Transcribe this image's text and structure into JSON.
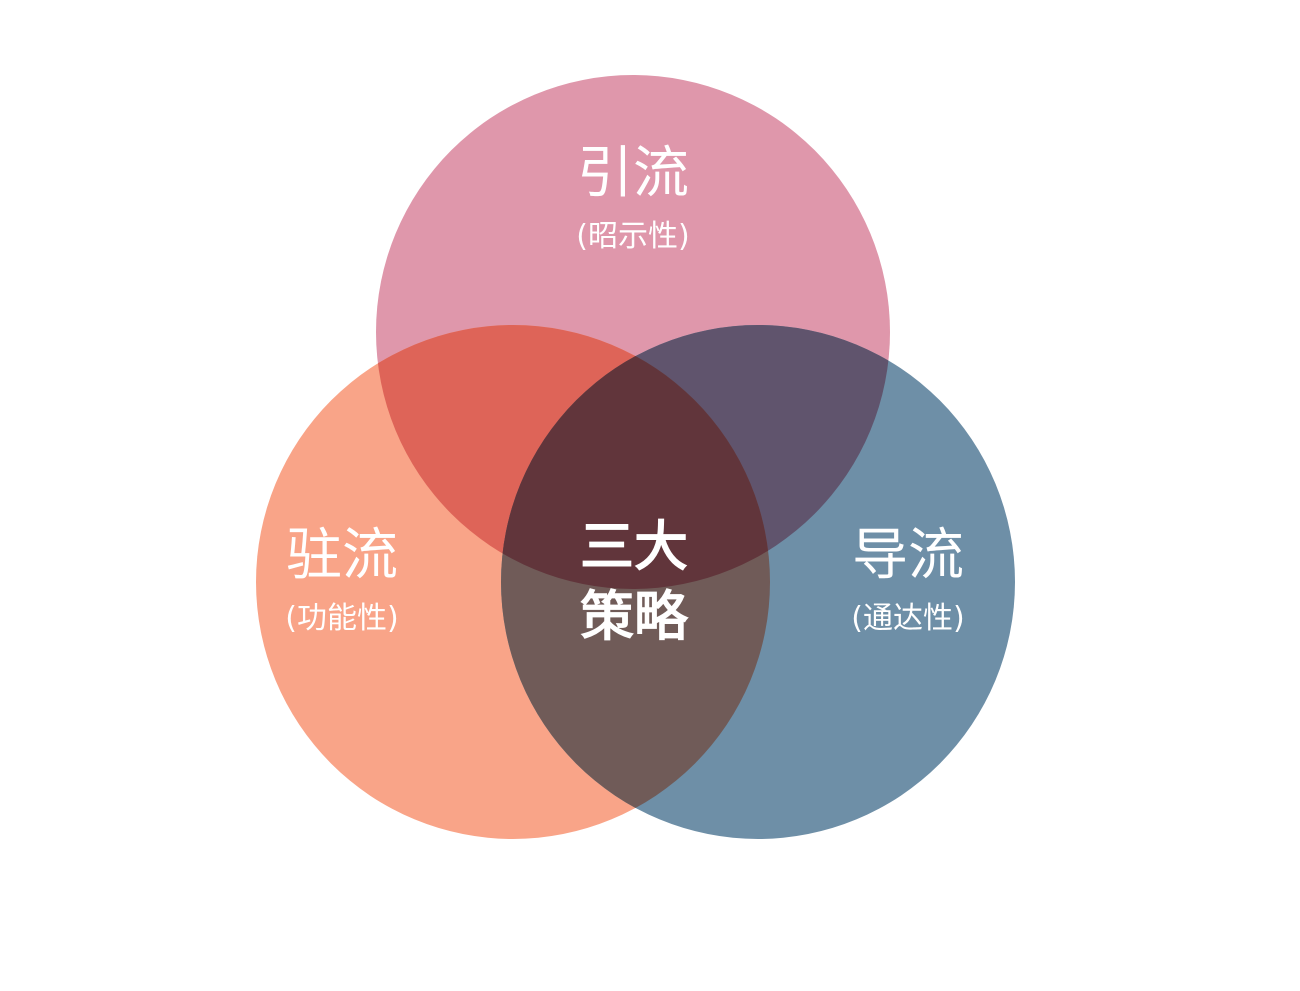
{
  "diagram": {
    "circles": [
      {
        "id": "top",
        "title": "引流",
        "subtitle": "(昭示性)",
        "color": "#df97ab"
      },
      {
        "id": "left",
        "title": "驻流",
        "subtitle": "(功能性)",
        "color": "#f9a488"
      },
      {
        "id": "right",
        "title": "导流",
        "subtitle": "(通达性)",
        "color": "#6e8fa7"
      }
    ],
    "overlaps": {
      "top_left_color": "#de6458",
      "top_right_color": "#60546d",
      "left_right_color": "#705b58",
      "center_color": "#61353b"
    },
    "center": {
      "line1": "三大",
      "line2": "策略"
    }
  }
}
